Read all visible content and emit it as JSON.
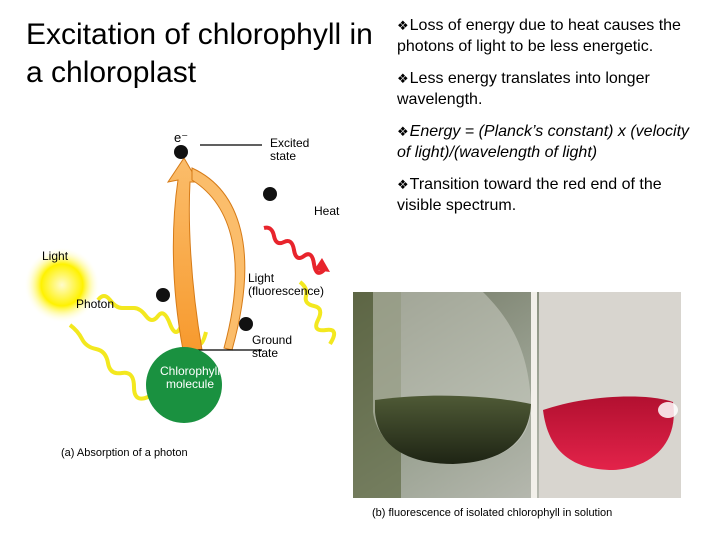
{
  "slide": {
    "title": "Excitation of chlorophyll in a chloroplast",
    "bullet_icon": "diamond-arrow-bullet-icon",
    "bullets": [
      {
        "text": "Loss of energy due to heat causes the photons of light to be less energetic.",
        "italic": false
      },
      {
        "text": "Less energy translates into longer wavelength.",
        "italic": false
      },
      {
        "text": "Energy = (Planck’s constant) x (velocity of light)/(wavelength of light)",
        "italic": true
      },
      {
        "text": "Transition toward the red end of the visible spectrum.",
        "italic": false
      }
    ]
  },
  "diagram": {
    "electron_label": "e⁻",
    "excited_state": "Excited state",
    "heat": "Heat",
    "light": "Light",
    "fluorescence": "Light (fluorescence)",
    "photon": "Photon",
    "ground_state": "Ground state",
    "molecule": "Chlorophyll molecule",
    "caption": "(a) Absorption of a photon"
  },
  "photo": {
    "caption": "(b) fluorescence of isolated chlorophyll in solution"
  },
  "colors": {
    "arrow_orange": "#f7a03a",
    "molecule_green": "#1a9140",
    "sun_yellow": "#ffee00",
    "wavy_red": "#e8242c",
    "wavy_yellow": "#f3e81f"
  }
}
